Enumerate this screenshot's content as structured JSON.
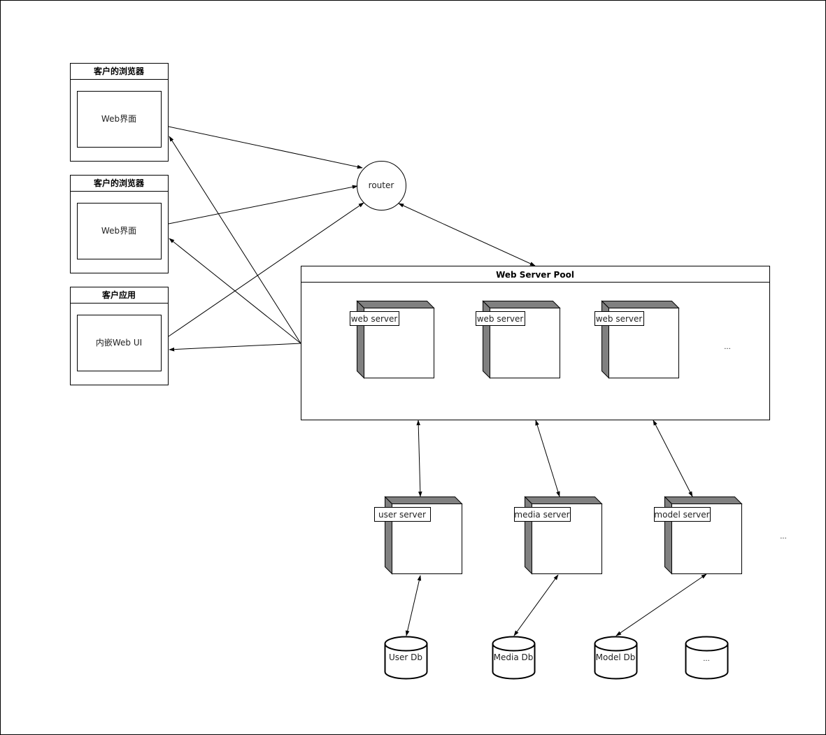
{
  "clients": [
    {
      "title": "客户的浏览器",
      "inner": "Web界面"
    },
    {
      "title": "客户的浏览器",
      "inner": "Web界面"
    },
    {
      "title": "客户应用",
      "inner": "内嵌Web UI"
    }
  ],
  "router": {
    "label": "router"
  },
  "pool": {
    "title": "Web Server Pool",
    "servers": [
      "web server",
      "web server",
      "web server"
    ],
    "more": "..."
  },
  "services": [
    "user server",
    "media server",
    "model server"
  ],
  "services_more": "...",
  "databases": [
    "User Db",
    "Media Db",
    "Model Db",
    "..."
  ]
}
